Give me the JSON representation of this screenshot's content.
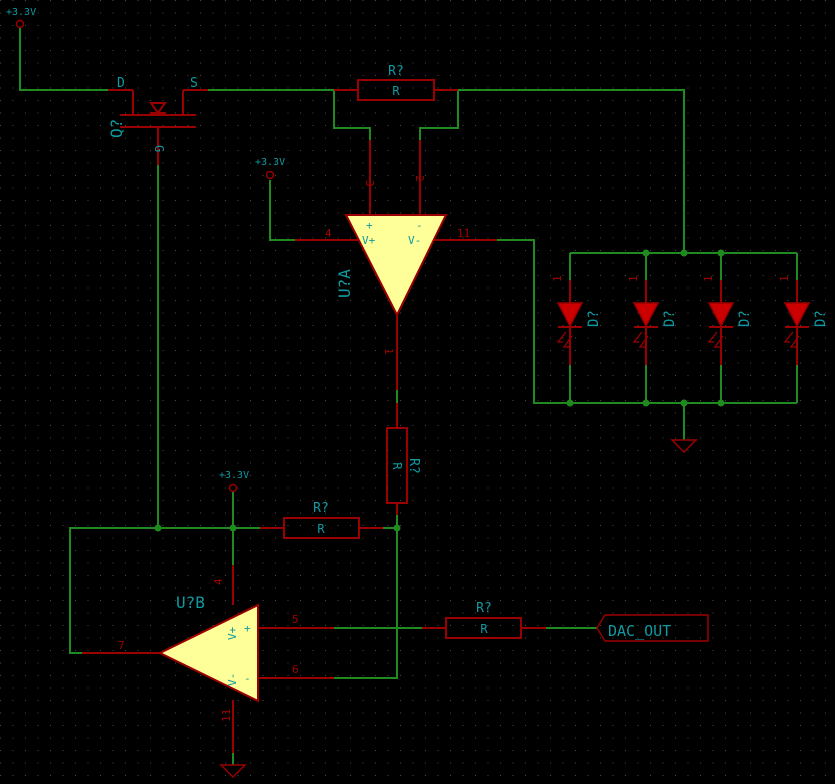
{
  "colors": {
    "background": "#000000",
    "grid": "#4a4a4a",
    "wire": "#1f8a1f",
    "pin": "#9a0000",
    "label": "#0f9aa0",
    "pin_number": "#a00000",
    "opamp_fill": "#ffff9a",
    "led_fill": "#cc0000",
    "junction": "#1f8a1f"
  },
  "power": {
    "top_left": "+3.3V",
    "opamp_a": "+3.3V",
    "opamp_b": "+3.3V"
  },
  "transistor": {
    "ref": "Q?",
    "pin_d": "D",
    "pin_s": "S",
    "pin_g": "G"
  },
  "resistors": {
    "r_top": {
      "ref": "R?",
      "value": "R"
    },
    "r_vertical": {
      "ref": "R?",
      "value": "R"
    },
    "r_feedback": {
      "ref": "R?",
      "value": "R"
    },
    "r_input": {
      "ref": "R?",
      "value": "R"
    }
  },
  "opamp_a": {
    "ref": "U?A",
    "pin_plus_num": "3",
    "pin_minus_num": "2",
    "pin_vplus_num": "4",
    "pin_vminus_num": "11",
    "pin_out_num": "1",
    "label_vplus": "V+",
    "label_vminus": "V-",
    "label_plus": "+",
    "label_minus": "-"
  },
  "opamp_b": {
    "ref": "U?B",
    "pin_vplus_num": "4",
    "pin_vminus_num": "11",
    "pin_plus_num": "5",
    "pin_minus_num": "6",
    "pin_out_num": "7",
    "label_vplus": "V+",
    "label_vminus": "V-",
    "label_plus": "+",
    "label_minus": "-"
  },
  "leds": [
    {
      "ref": "D?",
      "pin": "1"
    },
    {
      "ref": "D?",
      "pin": "1"
    },
    {
      "ref": "D?",
      "pin": "1"
    },
    {
      "ref": "D?",
      "pin": "1"
    }
  ],
  "net_label": "DAC_OUT"
}
